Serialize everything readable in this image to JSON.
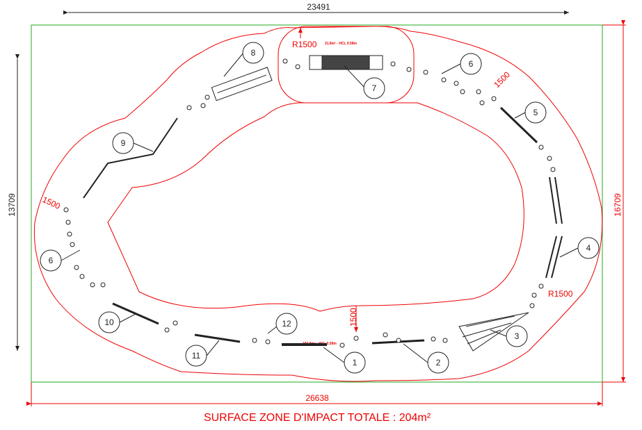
{
  "dimensions": {
    "top_width": "23491",
    "bottom_width": "26638",
    "left_height": "13709",
    "right_height": "16709"
  },
  "radius_labels": [
    "R1500",
    "R1500"
  ],
  "offset_labels": [
    "1500",
    "1500",
    "1500"
  ],
  "area_labels": {
    "top": "21.8m² - HCL 0.58m",
    "bottom": "182.8m² - HCL 0.58m"
  },
  "callouts": [
    "1",
    "2",
    "3",
    "4",
    "5",
    "6",
    "6",
    "7",
    "8",
    "9",
    "10",
    "11",
    "12"
  ],
  "footer": "SURFACE ZONE D'IMPACT TOTALE : 204m²"
}
